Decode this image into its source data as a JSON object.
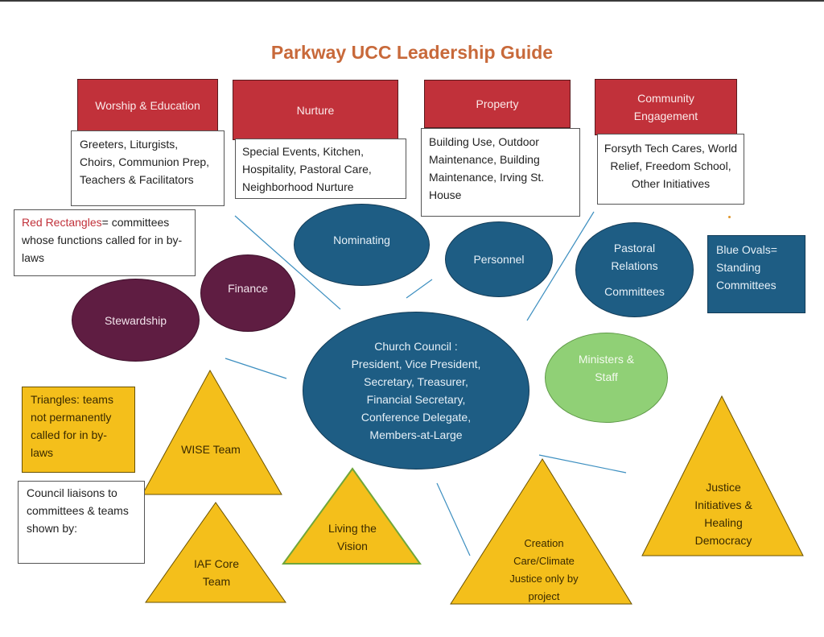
{
  "title": "Parkway UCC Leadership Guide",
  "committees": {
    "worship": {
      "header": "Worship & Education",
      "details": "Greeters, Liturgists, Choirs, Communion Prep, Teachers & Facilitators"
    },
    "nurture": {
      "header": "Nurture",
      "details": "Special Events, Kitchen, Hospitality, Pastoral Care, Neighborhood Nurture"
    },
    "property": {
      "header": "Property",
      "details": "Building Use, Outdoor Maintenance, Building Maintenance, Irving St. House"
    },
    "community": {
      "header": "Community Engagement",
      "details": "Forsyth Tech Cares, World Relief, Freedom School, Other Initiatives"
    }
  },
  "legend": {
    "red_rect_label": "Red Rectangles",
    "red_rect_text": "= committees whose functions called for in by-laws",
    "blue_ovals": "Blue Ovals= Standing Committees",
    "triangles": "Triangles: teams not permanently called for in by-laws",
    "liaisons": "Council liaisons to committees & teams shown by:"
  },
  "ovals": {
    "nominating": "Nominating",
    "personnel": "Personnel",
    "pastoral_relations_1": "Pastoral",
    "pastoral_relations_2": "Relations",
    "pastoral_relations_3": "Committees",
    "finance": "Finance",
    "stewardship": "Stewardship",
    "ministers_staff": "Ministers & Staff",
    "church_council_title": "Church Council :",
    "church_council_members": "President, Vice President, Secretary, Treasurer, Financial Secretary, Conference Delegate, Members-at-Large"
  },
  "teams": {
    "wise": "WISE Team",
    "living_vision": "Living the Vision",
    "iaf": "IAF Core Team",
    "creation_care": "Creation Care/Climate Justice only by project",
    "justice": "Justice Initiatives & Healing Democracy"
  },
  "colors": {
    "title": "#c8693a",
    "red": "#c1313a",
    "blue": "#1e5d84",
    "maroon": "#5f1d42",
    "green": "#90d076",
    "yellow": "#f4bf1b",
    "liaison_line": "#3d8fc0"
  }
}
